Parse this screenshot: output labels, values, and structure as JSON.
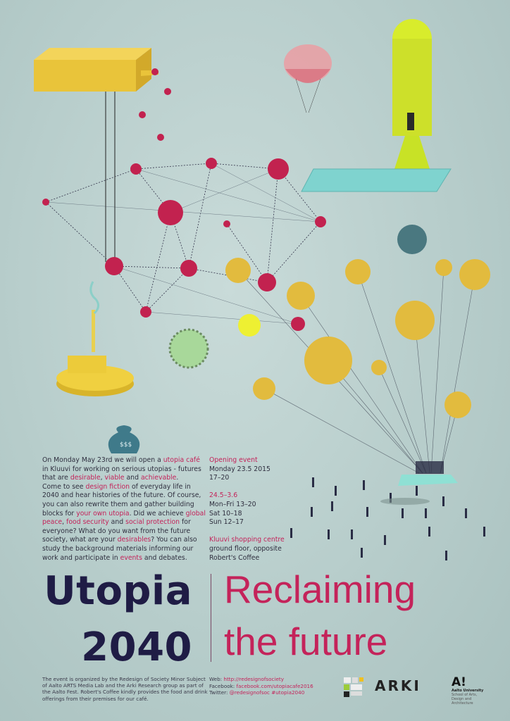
{
  "description": {
    "p1": [
      "On Monday May 23rd we will open a ",
      "utopia café",
      " in Kluuvi for working on serious utopias - futures that are ",
      "desirable",
      ", ",
      "viable",
      " and ",
      "achievable",
      "."
    ],
    "p2": [
      "Come to see ",
      "design fiction",
      " of everyday life in 2040 and hear histories of the future. Of course, you can also rewrite them and gather building blocks for ",
      "your own utopia",
      ". Did we achieve ",
      "global peace",
      ", ",
      "food security",
      " and ",
      "social protection",
      " for everyone? What do you want from the future society, what are your ",
      "desirables",
      "? You can also study the background materials informing our work and participate in ",
      "events",
      " and debates."
    ]
  },
  "schedule": {
    "opening_title": "Opening event",
    "opening_date": "Monday 23.5 2015",
    "opening_time": "17–20",
    "period_title": "24.5–3.6",
    "hours": [
      "Mon–Fri 13–20",
      "Sat 10–18",
      "Sun 12–17"
    ],
    "location_title": "Kluuvi shopping centre",
    "location_lines": [
      "ground floor, opposite",
      "Robert's Coffee"
    ]
  },
  "title": {
    "left_line1": "Utopia",
    "left_line2": "2040",
    "right_line1": "Reclaiming",
    "right_line2": "the future"
  },
  "footer": {
    "credits": "The event is organized by the Redesign of Society Minor Subject of Aalto ARTS Media Lab and the Arki Research group as part of the Aalto Fest. Robert's Coffee kindly provides the food and drink offerings from their premises for our café.",
    "web_label": "Web: ",
    "web_value": "http://redesignofsociety",
    "facebook_label": "Facebook: ",
    "facebook_value": "facebook.com/utopiacafe2016",
    "twitter_label": "Twitter: ",
    "twitter_value": "@redesignofsoc #utopia2040",
    "arki_logo": "ARKI",
    "aalto_logo": "A!",
    "aalto_name": "Aalto University",
    "aalto_school": "School of Arts, Design and Architecture"
  },
  "illustration": {
    "money_bag_label": "$$$"
  },
  "colors": {
    "navy": "#1f1c45",
    "crimson": "#c4235a",
    "balloon": "#e2bb3e",
    "sphere": "#c2224f"
  }
}
